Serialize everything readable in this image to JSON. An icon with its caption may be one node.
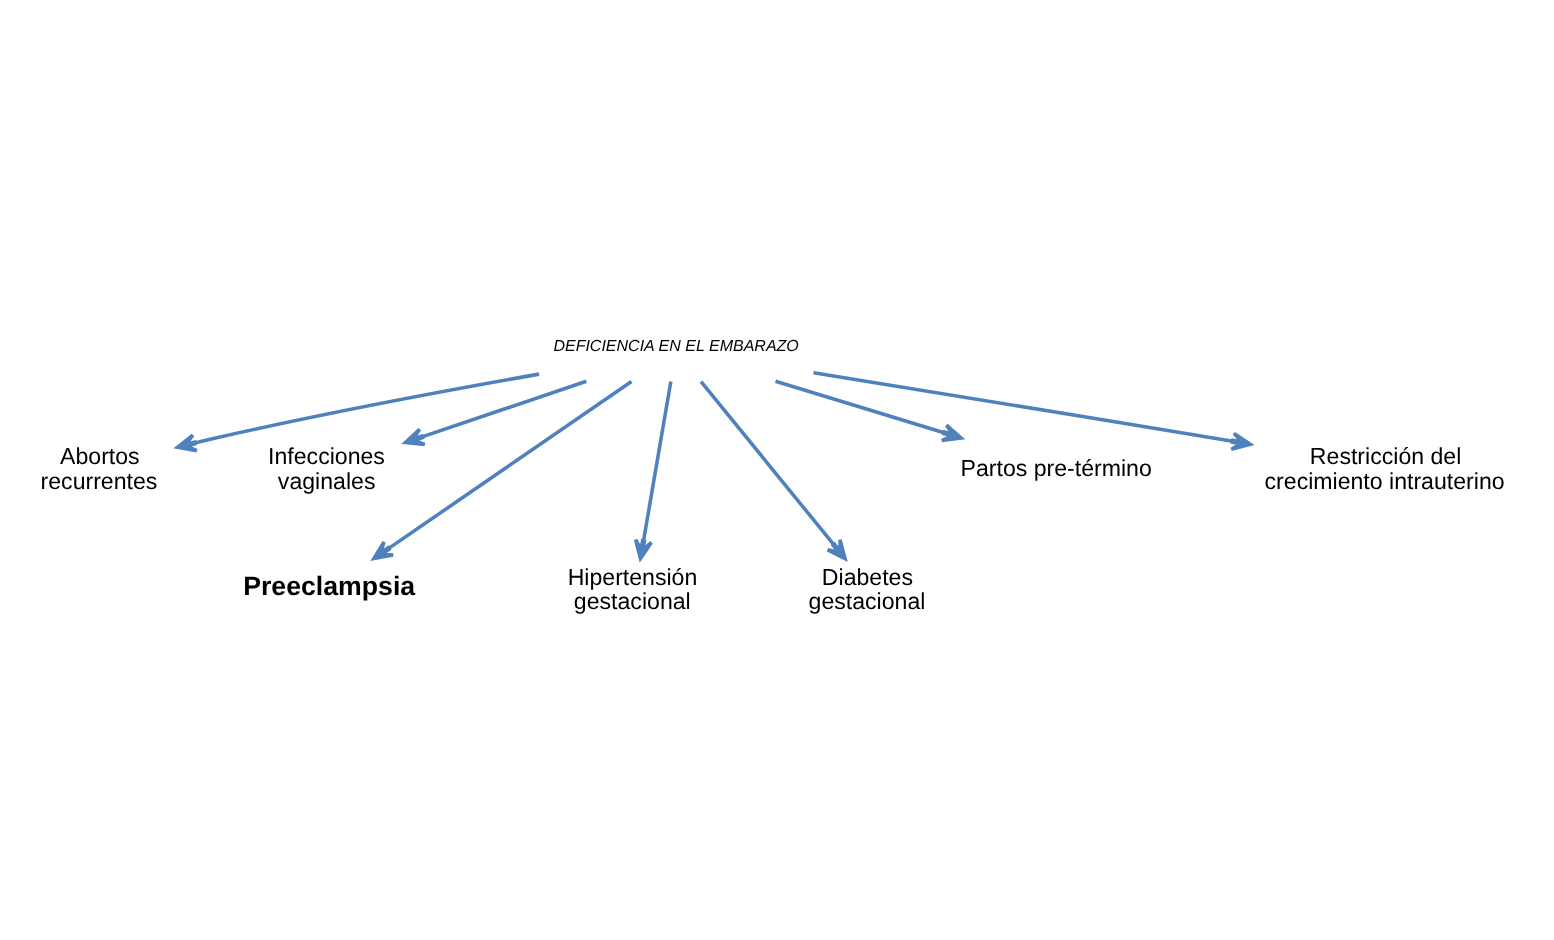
{
  "diagram": {
    "nodes": [
      {
        "text": [
          "DEFICIENCIA EN EL EMBARAZO"
        ]
      },
      {
        "text": [
          "Abortos recurrentes"
        ]
      },
      {
        "text": [
          "Infecciones vaginales"
        ]
      },
      {
        "text": [
          "Hipertensión gestacional"
        ]
      },
      {
        "text": [
          "Preeclampsia"
        ]
      },
      {
        "text": [
          "Diabetes gestacional"
        ]
      },
      {
        "text": [
          "Partos pre-término"
        ]
      },
      {
        "text": [
          "Restricción del crecimiento intrauterino"
        ]
      }
    ],
    "edges": [
      {
        "from": 0,
        "to": 1,
        "arrow": "to"
      },
      {
        "from": 0,
        "to": 2,
        "arrow": "to"
      },
      {
        "from": 0,
        "to": 3,
        "arrow": "to"
      },
      {
        "from": 0,
        "to": 4,
        "arrow": "to"
      },
      {
        "from": 0,
        "to": 5,
        "arrow": "to"
      },
      {
        "from": 0,
        "to": 6,
        "arrow": "to"
      },
      {
        "from": 0,
        "to": 7,
        "arrow": "to"
      }
    ]
  }
}
